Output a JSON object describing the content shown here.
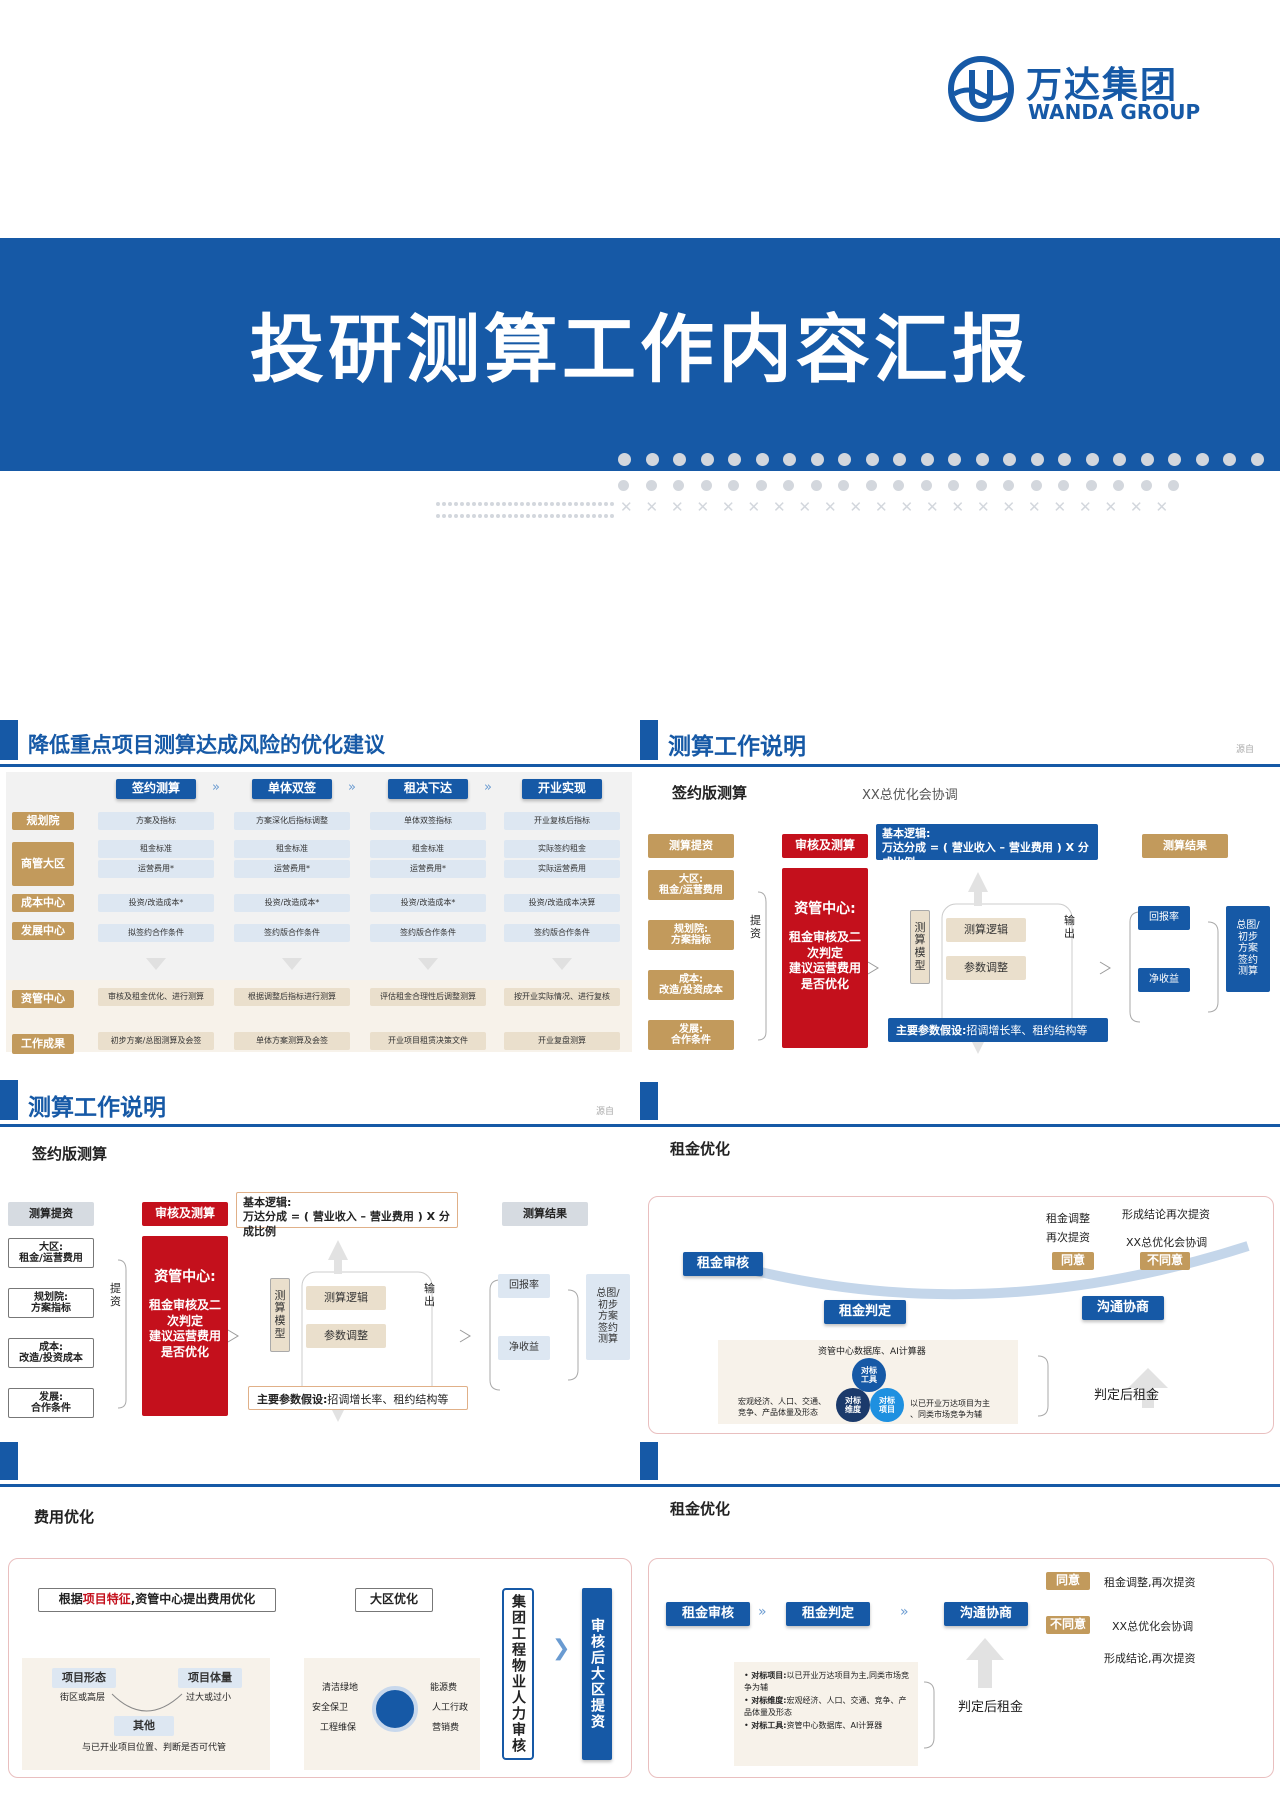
{
  "logo": {
    "cn": "万达集团",
    "en": "WANDA GROUP"
  },
  "title": "投研测算工作内容汇报",
  "s1": {
    "title": "降低重点项目测算达成风险的优化建议",
    "stages": [
      "签约测算",
      "单体双签",
      "租决下达",
      "开业实现"
    ],
    "rows": [
      "规划院",
      "商管大区",
      "成本中心",
      "发展中心",
      "资管中心",
      "工作成果"
    ],
    "cells": [
      [
        "方案及指标",
        "方案深化后指标调整",
        "单体双签指标",
        "开业复核后指标"
      ],
      [
        "租金标准",
        "租金标准",
        "租金标准",
        "实际签约租金"
      ],
      [
        "运营费用*",
        "运营费用*",
        "运营费用*",
        "实际运营费用"
      ],
      [
        "投资/改造成本*",
        "投资/改造成本*",
        "投资/改造成本*",
        "投资/改造成本决算"
      ],
      [
        "拟签约合作条件",
        "签约版合作条件",
        "签约版合作条件",
        "签约版合作条件"
      ],
      [
        "审核及租金优化、进行测算",
        "根据调整后指标进行测算",
        "评估租金合理性后调整测算",
        "按开业实际情况、进行复核"
      ],
      [
        "初步方案/总图测算及会签",
        "单体方案测算及会签",
        "开业项目租赁决策文件",
        "开业复盘测算"
      ]
    ]
  },
  "s2": {
    "title": "测算工作说明",
    "sub": "签约版测算",
    "note": "XX总优化会协调",
    "page": "源自"
  },
  "s3": {
    "title": "测算工作说明",
    "sub": "签约版测算",
    "page": "源自"
  },
  "calc": {
    "input": "测算提资",
    "inputs": [
      "大区:\n租金/运营费用",
      "规划院:\n方案指标",
      "成本:\n改造/投资成本",
      "发展:\n合作条件"
    ],
    "ti": "提\n资",
    "review": "审核及测算",
    "center": "资管中心:",
    "centerBody": "租金审核及二次判定\n建议运营费用\n是否优化",
    "logicTitle": "基本逻辑:",
    "logic": "万达分成 = ( 营业收入 – 营业费用 ) X 分成比例",
    "model": "测\n算\n模\n型",
    "mlogic": "测算逻辑",
    "mparam": "参数调整",
    "out": "输\n出",
    "result": "测算结果",
    "r1": "回报率",
    "r2": "净收益",
    "final": "总图/\n初步\n方案\n签约\n测算",
    "assume": "主要参数假设:",
    "assumeVal": "招调增长率、租约结构等"
  },
  "s4": {
    "title": "租金优化",
    "a": "租金审核",
    "b": "租金判定",
    "c": "沟通协商",
    "l1": "租金调整\n再次提资",
    "l2": "形成结论再次提资",
    "l3": "XX总优化会协调",
    "agree": "同意",
    "disagree": "不同意",
    "db": "资管中心数据库、AI计算器",
    "t1": "对标\n工具",
    "t2": "对标\n维度",
    "t3": "对标\n项目",
    "left": "宏观经济、人口、交通、\n竞争、产品体量及形态",
    "right": "以已开业万达项目为主\n、同类市场竞争为辅",
    "after": "判定后租金"
  },
  "s5": {
    "title": "费用优化",
    "basisPre": "根据",
    "basisKey": "项目特征",
    "basisPost": ",资管中心提出费用优化",
    "region": "大区优化",
    "f1": "项目形态",
    "f1s": "街区或高层",
    "f2": "项目体量",
    "f2s": "过大或过小",
    "f3": "其他",
    "f3s": "与已开业项目位置、判断是否可代管",
    "items": [
      "清洁绿地",
      "能源费",
      "安全保卫",
      "人工行政",
      "工程维保",
      "营销费"
    ],
    "audit": "集团工程物业人力审核",
    "final": "审核后大区提资"
  },
  "s6": {
    "title": "租金优化",
    "a": "租金审核",
    "b": "租金判定",
    "c": "沟通协商",
    "agree": "同意",
    "disagree": "不同意",
    "agreeTxt": "租金调整,再次提资",
    "disTxt": "XX总优化会协调",
    "disTxt2": "形成结论,再次提资",
    "b1k": "对标项目:",
    "b1": "以已开业万达项目为主,同类市场竞争为辅",
    "b2k": "对标维度:",
    "b2": "宏观经济、人口、交通、竞争、产品体量及形态",
    "b3k": "对标工具:",
    "b3": "资管中心数据库、AI计算器",
    "after": "判定后租金"
  }
}
